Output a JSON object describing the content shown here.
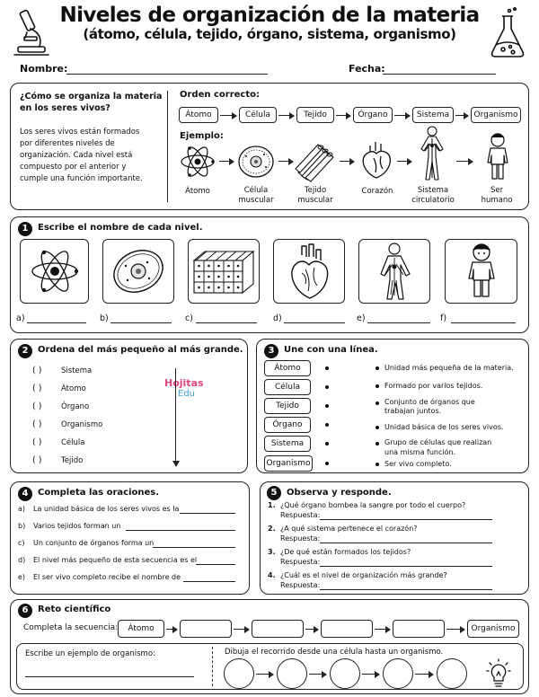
{
  "header": {
    "title": "Niveles de organización de la materia",
    "subtitle": "(átomo, célula, tejido, órgano, sistema, organismo)",
    "name_label": "Nombre:",
    "date_label": "Fecha:"
  },
  "intro": {
    "question": "¿Cómo se organiza la materia en los seres vivos?",
    "question_l1": "¿Cómo se organiza la materia",
    "question_l2": "en los seres vivos?",
    "body_lines": [
      "Los seres vivos están formados",
      "por diferentes niveles de",
      "organización. Cada nivel está",
      "compuesto por el anterior y",
      "cumple una función importante."
    ],
    "order_title": "Orden correcto:",
    "order": [
      "Átomo",
      "Célula",
      "Tejido",
      "Órgano",
      "Sistema",
      "Organismo"
    ],
    "example_title": "Ejemplo:",
    "examples": [
      {
        "l1": "Átomo",
        "l2": ""
      },
      {
        "l1": "Célula",
        "l2": "muscular"
      },
      {
        "l1": "Tejido",
        "l2": "muscular"
      },
      {
        "l1": "Corazón",
        "l2": ""
      },
      {
        "l1": "Sistema",
        "l2": "circulatorio"
      },
      {
        "l1": "Ser",
        "l2": "humano"
      }
    ]
  },
  "s1": {
    "number": "1",
    "title": "Escribe el nombre de cada nivel.",
    "letters": [
      "a)",
      "b)",
      "c)",
      "d)",
      "e)",
      "f)"
    ]
  },
  "s2": {
    "number": "2",
    "title": "Ordena del más pequeño al más grande.",
    "paren": "(       )",
    "items": [
      "Sistema",
      "Átomo",
      "Órgano",
      "Organismo",
      "Célula",
      "Tejido"
    ],
    "watermark_top": "Hojitas",
    "watermark_bottom": "Edu"
  },
  "s3": {
    "number": "3",
    "title": "Une con una línea.",
    "left": [
      "Átomo",
      "Célula",
      "Tejido",
      "Órgano",
      "Sistema",
      "Organismo"
    ],
    "right": [
      {
        "l1": "Unidad más pequeña de la materia.",
        "l2": ""
      },
      {
        "l1": "Formado por varios tejidos.",
        "l2": ""
      },
      {
        "l1": "Conjunto de órganos que",
        "l2": "trabajan juntos."
      },
      {
        "l1": "Unidad básica de los seres vivos.",
        "l2": ""
      },
      {
        "l1": "Grupo de células que realizan",
        "l2": "una misma función."
      },
      {
        "l1": "Ser vivo completo.",
        "l2": ""
      }
    ]
  },
  "s4": {
    "number": "4",
    "title": "Completa las oraciones.",
    "items": [
      {
        "letter": "a)",
        "text": "La unidad básica de los seres vivos es la"
      },
      {
        "letter": "b)",
        "text": "Varios tejidos forman un"
      },
      {
        "letter": "c)",
        "text": "Un conjunto de órganos forma un"
      },
      {
        "letter": "d)",
        "text": "El nivel más pequeño de esta secuencia es el"
      },
      {
        "letter": "e)",
        "text": "El ser vivo completo recibe el nombre de"
      }
    ]
  },
  "s5": {
    "number": "5",
    "title": "Observa y responde.",
    "answer_label": "Respuesta:",
    "questions": [
      {
        "n": "1.",
        "q": "¿Qué órgano bombea la sangre por todo el cuerpo?"
      },
      {
        "n": "2.",
        "q": "¿A qué sistema pertenece el corazón?"
      },
      {
        "n": "3.",
        "q": "¿De qué están formados los tejidos?"
      },
      {
        "n": "4.",
        "q": "¿Cuál es el nivel de organización más grande?"
      }
    ]
  },
  "s6": {
    "number": "6",
    "title": "Reto científico",
    "complete_label": "Completa la secuencia:",
    "first": "Átomo",
    "last": "Organismo",
    "example_label": "Escribe un ejemplo de organismo:",
    "draw_label": "Dibuja el recorrido desde una célula hasta un organismo."
  }
}
